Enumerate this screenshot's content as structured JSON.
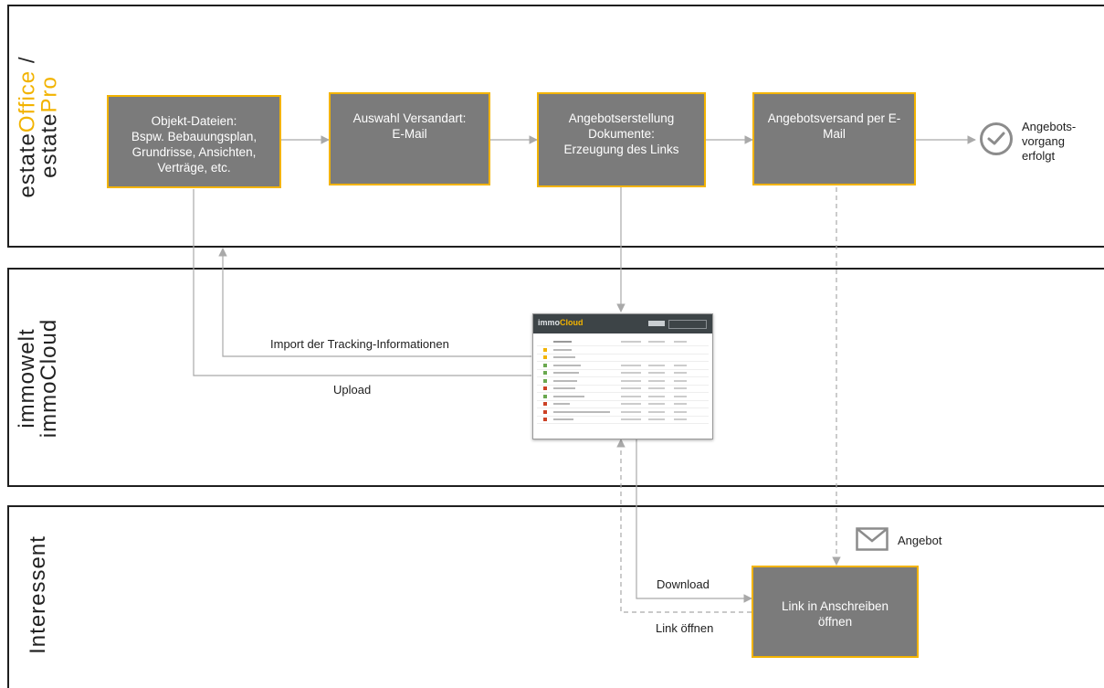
{
  "lanes": [
    {
      "prefix": "estate",
      "accent": "Office",
      "suffix": " /",
      "line2_prefix": "estate",
      "line2_accent": "Pro"
    },
    {
      "line1": "immowelt",
      "line2": "immoCloud"
    },
    {
      "line1": "Interessent"
    }
  ],
  "boxes": {
    "objekt_dateien": "Objekt-Dateien:\nBspw. Bebauungsplan,\nGrundrisse, Ansichten,\nVerträge, etc.",
    "auswahl_versandart": "Auswahl Versandart:\nE-Mail",
    "angebotserstellung": "Angebotserstellung\nDokumente:\nErzeugung des Links",
    "angebotsversand": "Angebotsversand per E-\nMail",
    "link_oeffnen": "Link in Anschreiben\nöffnen"
  },
  "labels": {
    "angebotsvorgang": "Angebots-\nvorgang\nerfolgt",
    "import_tracking": "Import der Tracking-Informationen",
    "upload": "Upload",
    "angebot": "Angebot",
    "download": "Download",
    "link_oeffnen": "Link öffnen"
  },
  "thumbnail": {
    "logo_prefix": "immo",
    "logo_accent": "Cloud"
  },
  "icons": {
    "check": "check-circle-icon",
    "mail": "envelope-icon"
  },
  "colors": {
    "accent": "#f2b300",
    "box": "#7b7b7b",
    "connector": "#a9a9a9"
  }
}
